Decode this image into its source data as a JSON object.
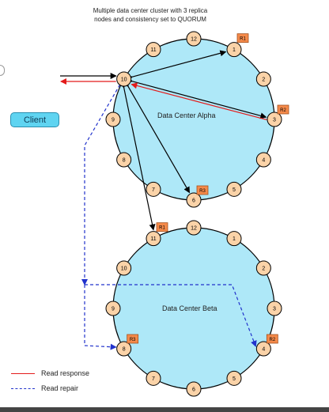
{
  "title_lines": [
    "Multiple data center cluster with 3 replica",
    "nodes and consistency set to QUORUM"
  ],
  "client_label": "Client",
  "dc_alpha_label": "Data Center Alpha",
  "dc_beta_label": "Data Center Beta",
  "alpha_nodes": [
    "1",
    "2",
    "3",
    "4",
    "5",
    "6",
    "7",
    "8",
    "9",
    "10",
    "11",
    "12"
  ],
  "beta_nodes": [
    "1",
    "2",
    "3",
    "4",
    "5",
    "6",
    "7",
    "8",
    "9",
    "10",
    "11",
    "12"
  ],
  "replica_tags": {
    "alpha": [
      {
        "node": "1",
        "label": "R1"
      },
      {
        "node": "3",
        "label": "R2"
      },
      {
        "node": "6",
        "label": "R3"
      }
    ],
    "beta": [
      {
        "node": "11",
        "label": "R1"
      },
      {
        "node": "4",
        "label": "R2"
      },
      {
        "node": "8",
        "label": "R3"
      }
    ]
  },
  "legend": [
    {
      "label": "Read response",
      "style": "solid",
      "color": "#e31b1b"
    },
    {
      "label": "Read repair",
      "style": "dashed",
      "color": "#2233cc"
    }
  ],
  "colors": {
    "ring_fill": "#aee8f8",
    "node_fill": "#fbd3a8",
    "tag_fill": "#f58a4a",
    "response": "#e31b1b",
    "repair": "#2233cc",
    "request": "#000000"
  }
}
